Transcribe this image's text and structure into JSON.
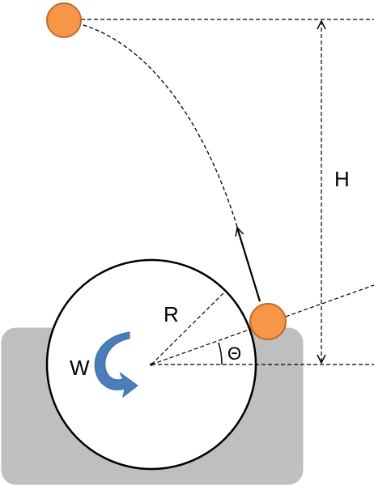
{
  "labels": {
    "height": "H",
    "radius": "R",
    "angular_velocity": "W",
    "angle": "Θ"
  },
  "colors": {
    "ball_fill": "#F79646",
    "ball_stroke": "#C0692A",
    "base_fill": "#BFBFBF",
    "rotation_arrow": "#4A7EBB",
    "line": "#000000",
    "background": "#FFFFFF"
  },
  "icons": {
    "rotation": "curved-arrow-icon"
  }
}
